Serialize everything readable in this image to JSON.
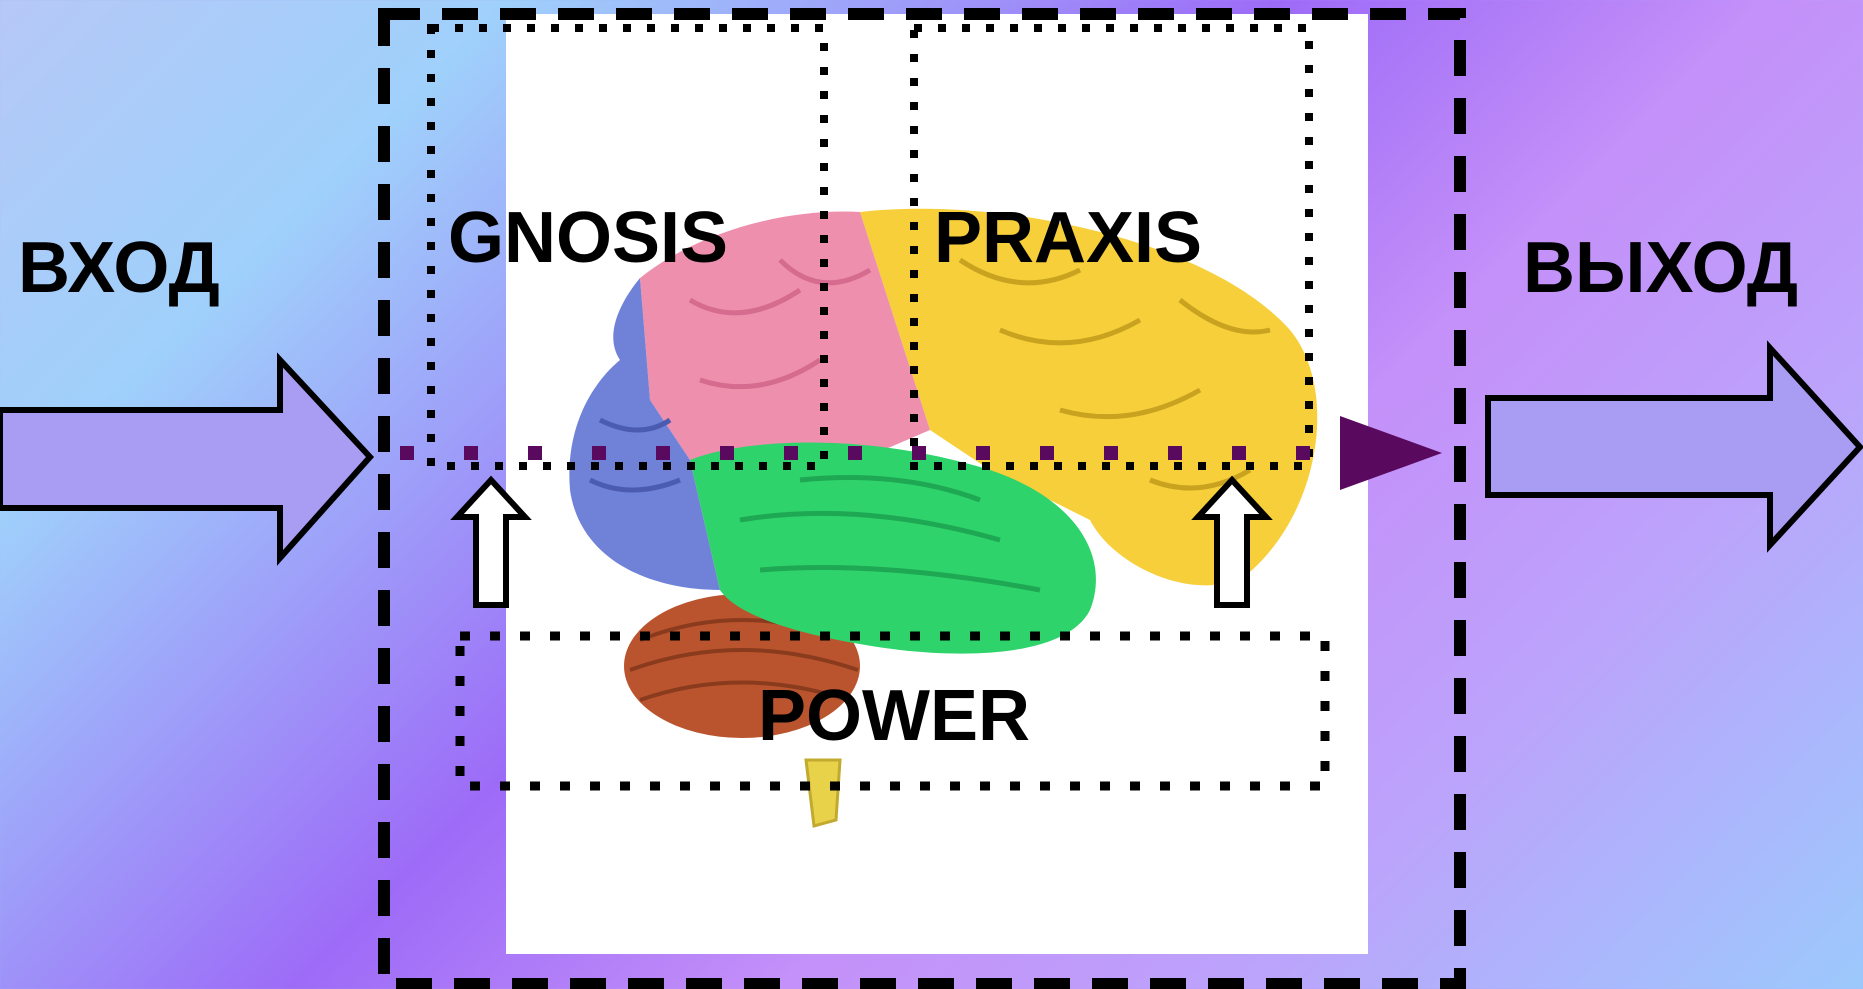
{
  "labels": {
    "input": "ВХОД",
    "output": "ВЫХОД",
    "gnosis": "GNOSIS",
    "praxis": "PRAXIS",
    "power": "POWER"
  },
  "colors": {
    "background_gradient": [
      "#b6c8f7",
      "#9fd0fb",
      "#9d6bf7",
      "#c490f9",
      "#bca3fb",
      "#9cc9fc"
    ],
    "arrow_fill": "#a99cf3",
    "signal_path": "#5a0a5e",
    "frame_stroke": "#000000",
    "brain_frontal": "#f6cf3a",
    "brain_parietal": "#ef8fae",
    "brain_occipital": "#6f82d8",
    "brain_temporal": "#2fd36b",
    "brain_cerebellum": "#b9542e",
    "brain_stem": "#e8d24a"
  },
  "icons": [
    "input-arrow-icon",
    "output-arrow-icon",
    "up-arrow-icon",
    "signal-arrowhead-icon",
    "brain-illustration"
  ]
}
